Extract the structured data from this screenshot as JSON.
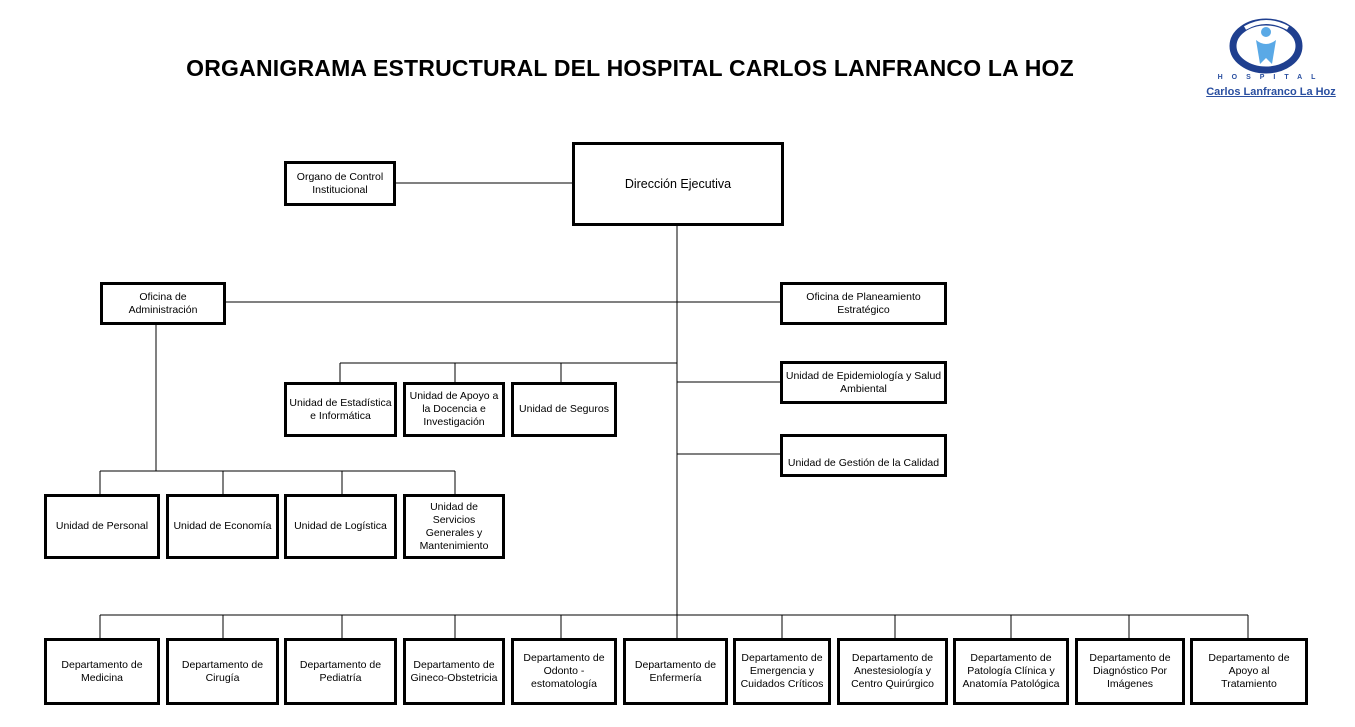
{
  "title": "ORGANIGRAMA ESTRUCTURAL DEL HOSPITAL CARLOS LANFRANCO LA HOZ",
  "logo": {
    "small": "HOSPITAL",
    "name": "Carlos Lanfranco La Hoz",
    "color": "#2a4fa0"
  },
  "nodes": {
    "direccion": "Dirección Ejecutiva",
    "control": "Organo de Control Institucional",
    "administracion": "Oficina de Administración",
    "planeamiento": "Oficina de Planeamiento Estratégico",
    "epidemiologia": "Unidad de Epidemiología y Salud Ambiental",
    "calidad": "Unidad de Gestión de la Calidad",
    "estadistica": "Unidad de Estadística e Informática",
    "docencia": "Unidad de Apoyo a la Docencia e Investigación",
    "seguros": "Unidad de Seguros",
    "personal": "Unidad de Personal",
    "economia": "Unidad de Economía",
    "logistica": "Unidad de Logística",
    "servicios": "Unidad de Servicios Generales y Mantenimiento",
    "medicina": "Departamento de Medicina",
    "cirugia": "Departamento de Cirugía",
    "pediatria": "Departamento de Pediatría",
    "gineco": "Departamento de Gineco-Obstetricia",
    "odonto": "Departamento de Odonto - estomatología",
    "enfermeria": "Departamento de Enfermería",
    "emergencia": "Departamento de Emergencia y Cuidados Críticos",
    "anestesiologia": "Departamento de Anestesiología y Centro Quirúrgico",
    "patologia": "Departamento de Patología Clínica y Anatomía Patológica",
    "diagnostico": "Departamento de Diagnóstico Por Imágenes",
    "apoyo": "Departamento de Apoyo al Tratamiento"
  }
}
